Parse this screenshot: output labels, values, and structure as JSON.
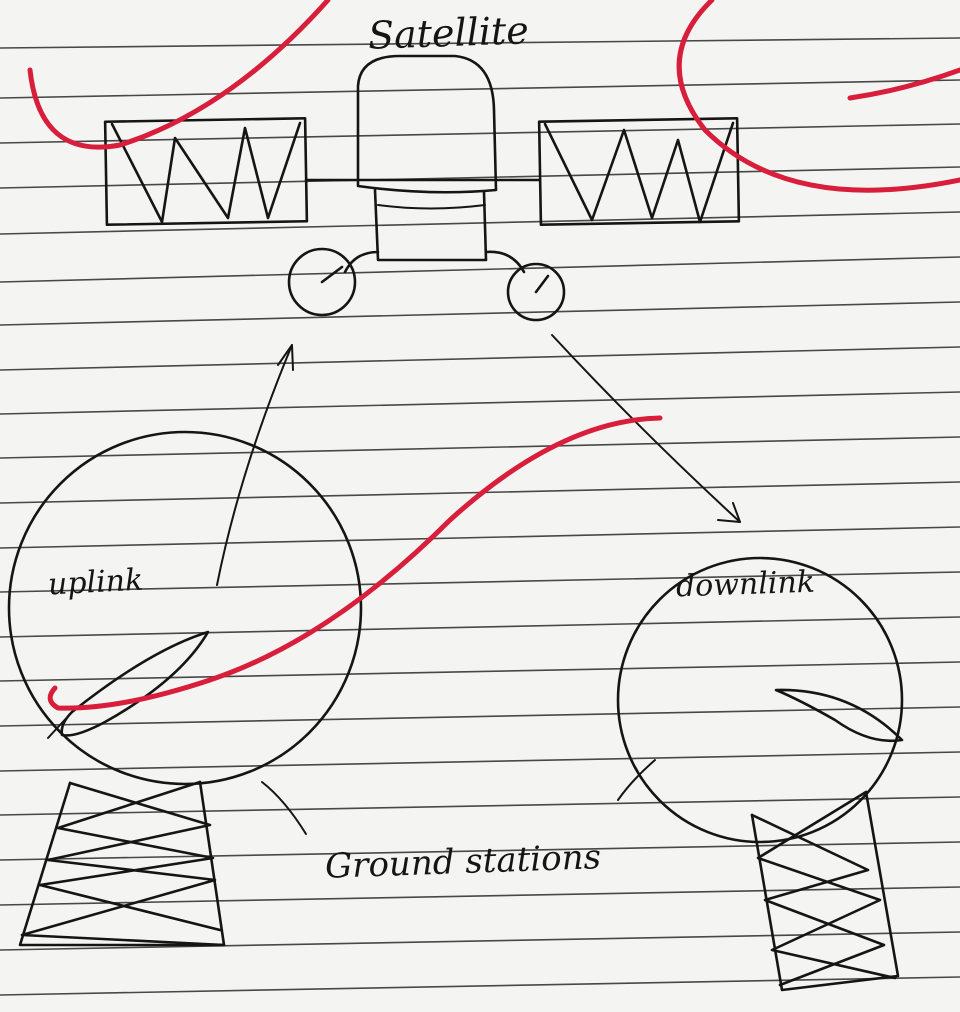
{
  "labels": {
    "satellite": "Satellite",
    "uplink": "uplink",
    "downlink": "downlink",
    "ground_stations": "Ground stations"
  },
  "colors": {
    "paper": "#f4f4f2",
    "ink": "#151515",
    "rules": "#2b2b2b",
    "annotation": "#d81e3a"
  }
}
